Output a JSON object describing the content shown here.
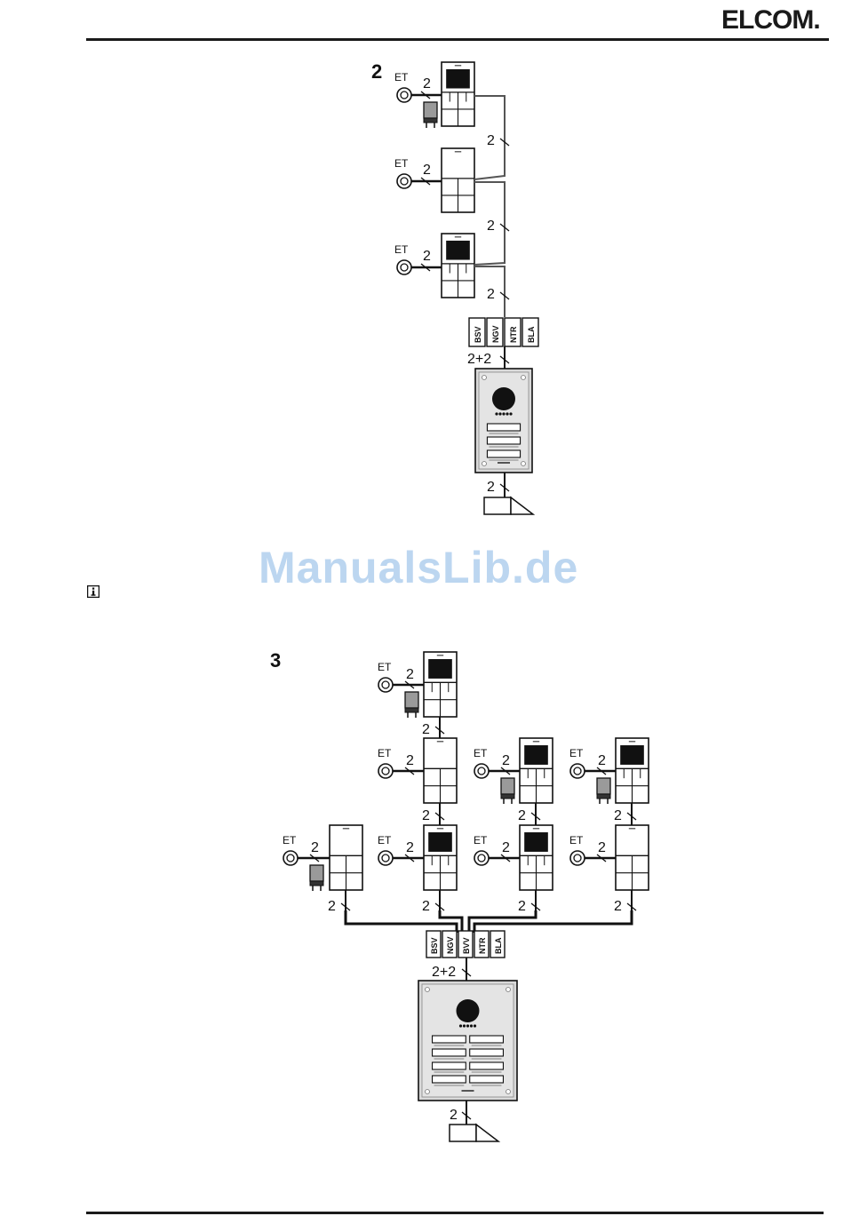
{
  "header": {
    "logo": "ELCOM."
  },
  "watermark": "ManualsLib.de",
  "figures": [
    {
      "number": "2",
      "station_label": "ET",
      "wire_label": "2",
      "interface_wire_label": "2+2",
      "modules": [
        "BSV",
        "NGV",
        "NTR",
        "BLA"
      ]
    },
    {
      "number": "3",
      "station_label": "ET",
      "wire_label": "2",
      "interface_wire_label": "2+2",
      "modules": [
        "BSV",
        "NGV",
        "BVV",
        "NTR",
        "BLA"
      ]
    }
  ],
  "icons": {
    "info": "info-icon"
  }
}
